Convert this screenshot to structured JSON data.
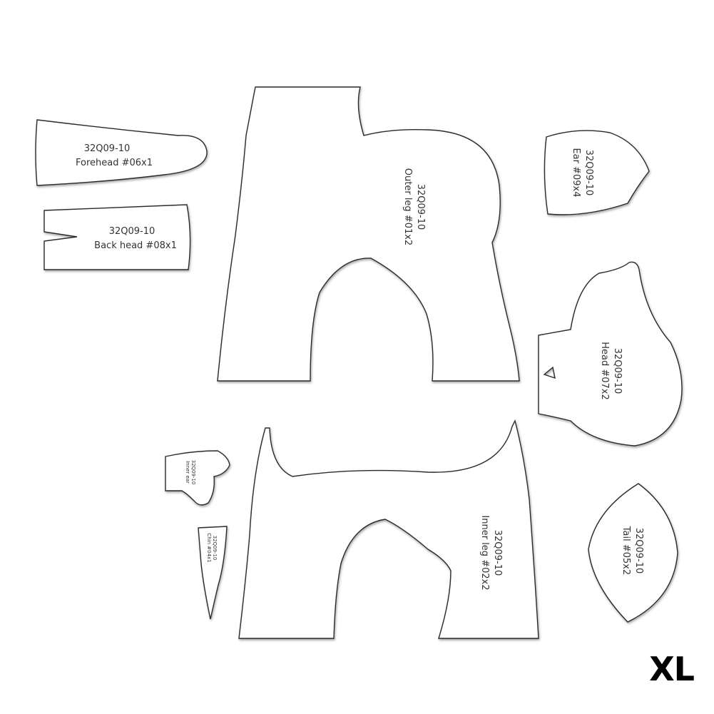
{
  "pieces": {
    "forehead": {
      "code": "32Q09-10",
      "name": "Forehead #06x1"
    },
    "back_head": {
      "code": "32Q09-10",
      "name": "Back head #08x1"
    },
    "outer_leg": {
      "code": "32Q09-10",
      "name": "Outer leg #01x2"
    },
    "ear": {
      "code": "32Q09-10",
      "name": "Ear #09x4"
    },
    "head": {
      "code": "32Q09-10",
      "name": "Head #07x2"
    },
    "inner_leg": {
      "code": "32Q09-10",
      "name": "Inner leg #02x2"
    },
    "tail": {
      "code": "32Q09-10",
      "name": "Tail #05x2"
    },
    "small_hand": {
      "code": "32Q09-10",
      "name": "Inner ear"
    },
    "small_strip": {
      "code": "32Q09-10",
      "name": "Chin #04x1"
    }
  },
  "size_label": "XL"
}
